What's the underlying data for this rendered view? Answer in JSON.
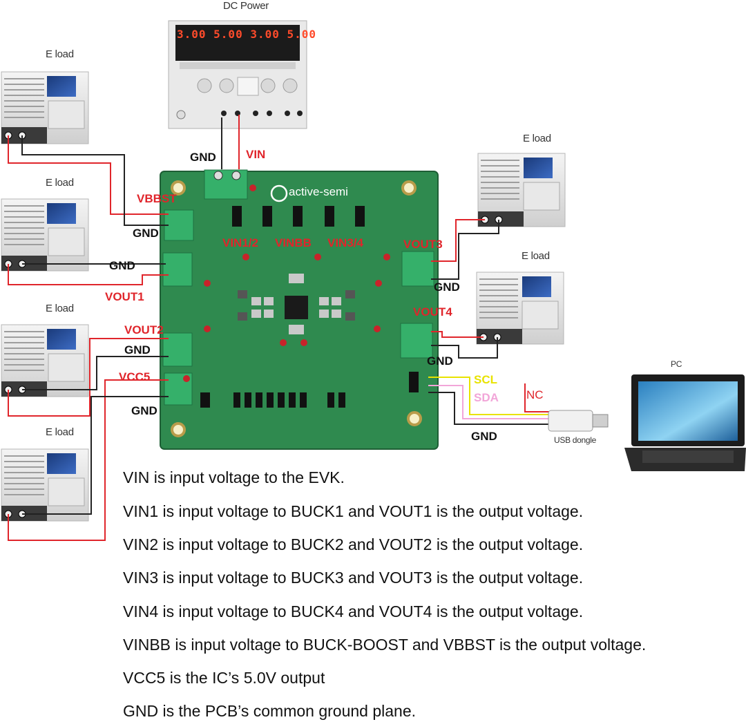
{
  "titles": {
    "dc_power": "DC Power",
    "eload": "E load",
    "pc": "PC",
    "usb_dongle": "USB dongle",
    "board_logo": "active-semi",
    "dc_display": "3.00 5.00 3.00 5.00"
  },
  "nets": {
    "gnd": "GND",
    "vin": "VIN",
    "vbbst": "VBBST",
    "vout1": "VOUT1",
    "vout2": "VOUT2",
    "vout3": "VOUT3",
    "vout4": "VOUT4",
    "vcc5": "VCC5",
    "vin12": "VIN1/2",
    "vinbb": "VINBB",
    "vin34": "VIN3/4",
    "scl": "SCL",
    "sda": "SDA",
    "nc": "NC"
  },
  "descriptions": [
    "VIN is input voltage to the EVK.",
    "VIN1 is input voltage to BUCK1 and VOUT1 is the output voltage.",
    "VIN2 is input voltage to BUCK2 and VOUT2 is the output voltage.",
    "VIN3 is input voltage to BUCK3 and VOUT3 is the output voltage.",
    "VIN4 is input voltage to BUCK4 and VOUT4 is the output voltage.",
    "VINBB is input voltage to BUCK-BOOST and VBBST is the output voltage.",
    "VCC5 is the IC’s 5.0V output",
    "GND is the PCB’s common ground plane."
  ],
  "colors": {
    "pcb": "#2f8a4f",
    "wire_red": "#e0252b",
    "wire_black": "#222222",
    "scl": "#e8e300",
    "sda": "#f2a5d8"
  }
}
